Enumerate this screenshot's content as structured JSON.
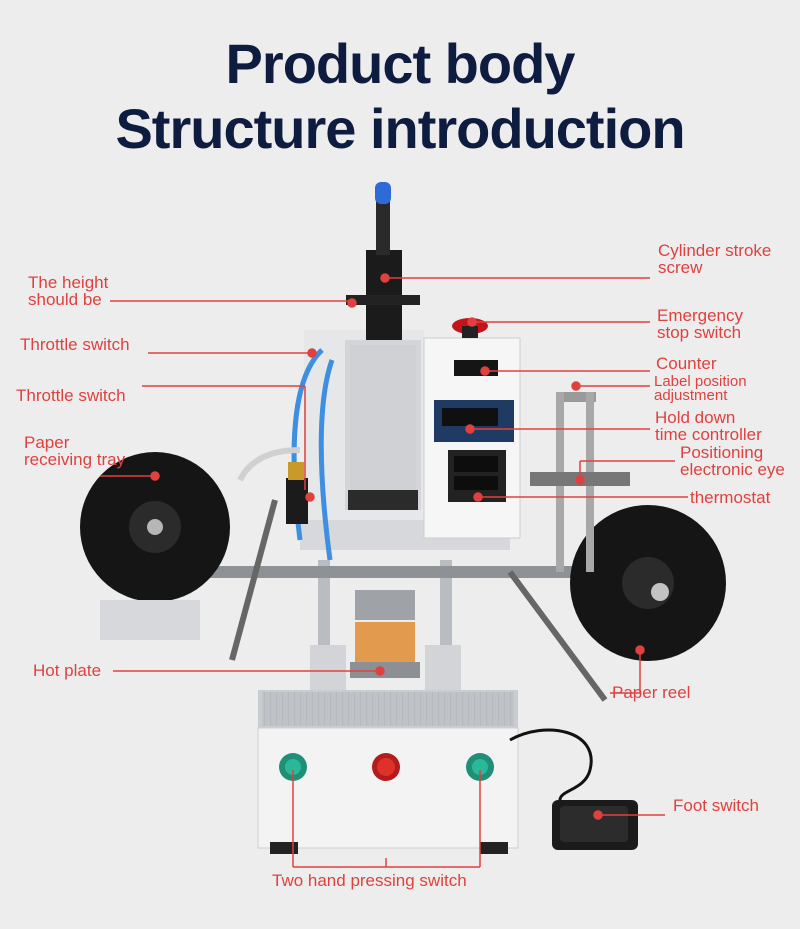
{
  "title": {
    "line1": "Product body",
    "line2": "Structure introduction"
  },
  "labels": {
    "cylinder_stroke_screw": [
      "Cylinder stroke",
      "screw"
    ],
    "height": [
      "The height",
      "should be"
    ],
    "emergency": [
      "Emergency",
      "stop switch"
    ],
    "throttle1": "Throttle switch",
    "throttle2": "Throttle switch",
    "counter": "Counter",
    "label_position": [
      "Label position",
      "adjustment"
    ],
    "hold_down": [
      "Hold down",
      "time controller"
    ],
    "paper_tray": [
      "Paper",
      "receiving tray"
    ],
    "positioning_eye": [
      "Positioning",
      "electronic eye"
    ],
    "thermostat": "thermostat",
    "hot_plate": "Hot plate",
    "paper_reel": "Paper reel",
    "foot_switch": "Foot switch",
    "two_hand": "Two hand pressing switch"
  },
  "colors": {
    "title": "#0e1d3f",
    "callout": "#e0413f",
    "background": "#ededed"
  }
}
